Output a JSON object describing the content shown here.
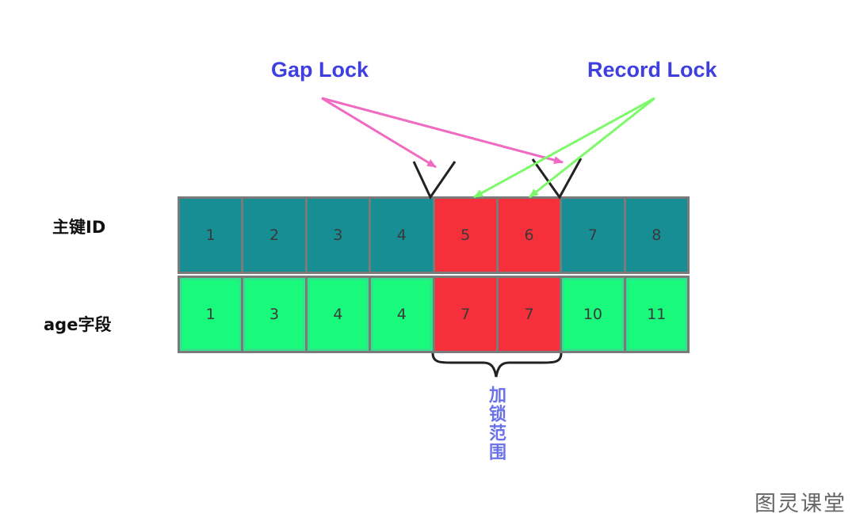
{
  "titles": {
    "gap_lock": "Gap Lock",
    "record_lock": "Record Lock"
  },
  "rows": [
    {
      "label": "主键ID",
      "values": [
        "1",
        "2",
        "3",
        "4",
        "5",
        "6",
        "7",
        "8"
      ]
    },
    {
      "label": "age字段",
      "values": [
        "1",
        "3",
        "4",
        "4",
        "7",
        "7",
        "10",
        "11"
      ]
    }
  ],
  "locked_columns": [
    4,
    5
  ],
  "lock_range_label": "加锁范围",
  "watermark": "图灵课堂",
  "colors": {
    "title": "#3f3fe0",
    "pk_cell": "#168e94",
    "age_cell": "#19fa7d",
    "locked_cell": "#f5303a",
    "gap_arrow": "#f06ac2",
    "record_arrow": "#7dfa6a",
    "range_label": "#6a72e8"
  }
}
